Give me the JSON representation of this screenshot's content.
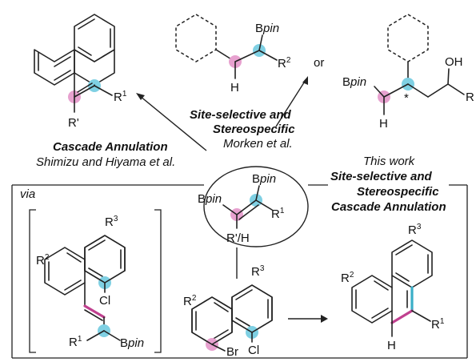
{
  "colors": {
    "pink": "#e7a1cf",
    "pink_line": "#c0408f",
    "cyan": "#7fd0e3",
    "cyan_line": "#3aaec7"
  },
  "labels": {
    "r1": "R",
    "r1_sup": "1",
    "r_prime": "R'",
    "bpin_b": "B",
    "bpin_pin": "pin",
    "h": "H",
    "r2": "R",
    "r2_sup": "2",
    "or": "or",
    "oh": "OH",
    "r": "R",
    "star": "*",
    "r_prime_h": "R'/H",
    "r3": "R",
    "r3_sup": "3",
    "cl": "Cl",
    "br": "Br",
    "via": "via"
  },
  "text": {
    "site_selective_1": "Site-selective and",
    "stereospecific_1": "Stereospecific",
    "morken": "Morken et al.",
    "cascade_annulation": "Cascade Annulation",
    "shimizu": "Shimizu and Hiyama et al.",
    "this_work": "This work",
    "site_selective_2": "Site-selective and",
    "stereospecific_2": "Stereospecific",
    "cascade_annulation_2": "Cascade Annulation"
  }
}
